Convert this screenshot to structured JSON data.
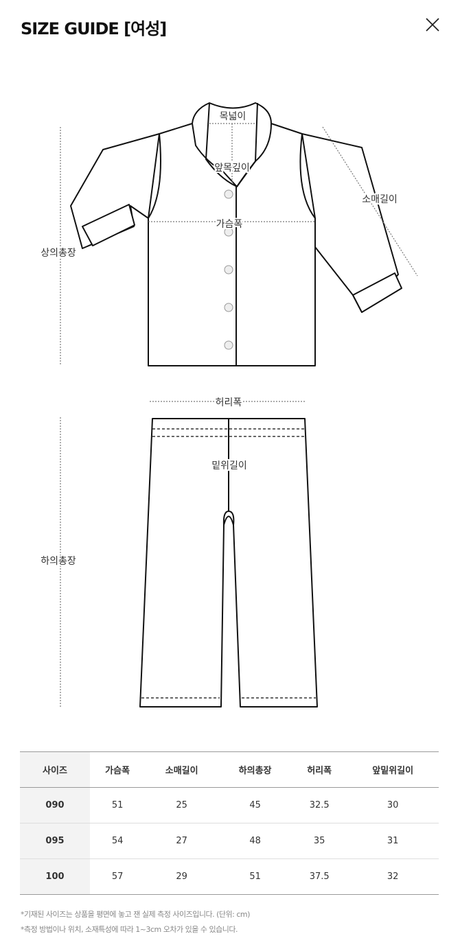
{
  "header": {
    "title": "SIZE GUIDE [여성]",
    "close_icon": "close-icon"
  },
  "diagram": {
    "top_labels": {
      "neck_width": "목넓이",
      "front_neck_depth": "앞목깊이",
      "chest": "가슴폭",
      "sleeve": "소매길이",
      "top_length": "상의총장"
    },
    "bottom_labels": {
      "waist": "허리폭",
      "rise": "밑위길이",
      "bottom_length": "하의총장"
    }
  },
  "table": {
    "headers": [
      "사이즈",
      "가슴폭",
      "소매길이",
      "하의총장",
      "허리폭",
      "앞밑위길이"
    ],
    "rows": [
      [
        "090",
        "51",
        "25",
        "45",
        "32.5",
        "30"
      ],
      [
        "095",
        "54",
        "27",
        "48",
        "35",
        "31"
      ],
      [
        "100",
        "57",
        "29",
        "51",
        "37.5",
        "32"
      ]
    ]
  },
  "notes": [
    "*기재된 사이즈는 상품을 평면에 놓고 잰 실제 측정 사이즈입니다. (단위: cm)",
    "*측정 방법이나 위치, 소재특성에 따라 1~3cm 오차가 있을 수 있습니다."
  ]
}
